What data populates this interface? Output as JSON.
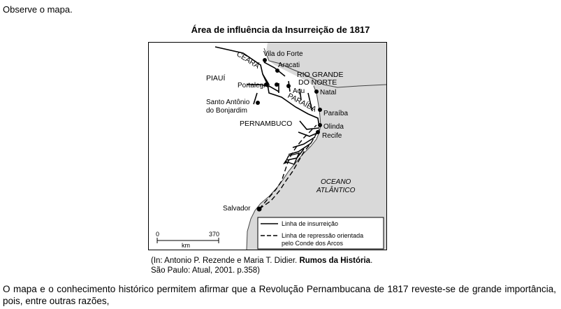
{
  "intro": "Observe o mapa.",
  "map": {
    "title": "Área de influência da Insurreição de 1817",
    "cities": {
      "vila_do_forte": "Vila do Forte",
      "aracati": "Aracati",
      "portalegre": "Portalegre",
      "acu": "Açu",
      "natal": "Natal",
      "santo_antonio_1": "Santo Antônio",
      "santo_antonio_2": "do Bonjardim",
      "paraiba": "Paraíba",
      "olinda": "Olinda",
      "recife": "Recife",
      "salvador": "Salvador"
    },
    "regions": {
      "piaui": "PIAUÍ",
      "ceara": "CEARÁ",
      "rn_1": "RIO GRANDE",
      "rn_2": "DO NORTE",
      "paraiba_region": "PARAÍBA",
      "pernambuco": "PERNAMBUCO",
      "ocean_1": "OCEANO",
      "ocean_2": "ATLÂNTICO"
    },
    "legend": {
      "solid_line": "Linha de insurreição",
      "dashed_line_1": "Linha de repressão orientada",
      "dashed_line_2": "pelo Conde dos Arcos"
    },
    "scale": {
      "start": "0",
      "end": "370",
      "unit": "km"
    },
    "colors": {
      "ocean": "#d9d9d9",
      "land": "#ffffff",
      "lines": "#000000"
    }
  },
  "citation": {
    "line1_prefix": "(In: Antonio P. Rezende e Maria T. Didier. ",
    "book": "Rumos da História",
    "line1_suffix": ".",
    "line2": "São Paulo: Atual, 2001. p.358)"
  },
  "question": "O mapa e o conhecimento histórico permitem afirmar que a Revolução Pernambucana de 1817 reveste-se de grande importância, pois, entre outras razões,"
}
